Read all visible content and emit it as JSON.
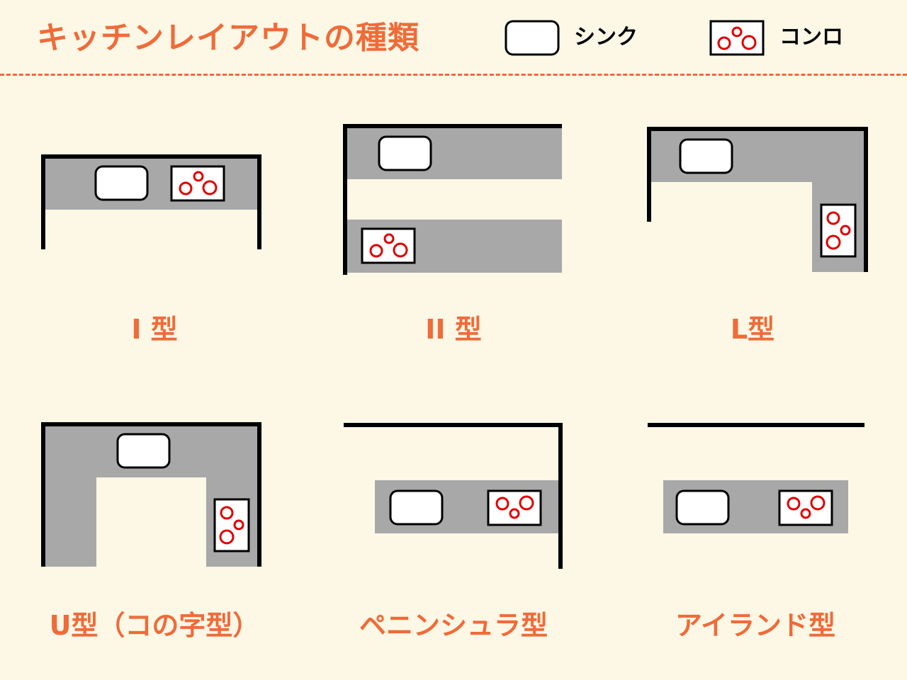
{
  "title": "キッチンレイアウトの種類",
  "legend": {
    "sink_label": "シンク",
    "stove_label": "コンロ"
  },
  "layouts": [
    {
      "label": "I 型"
    },
    {
      "label": "II 型"
    },
    {
      "label": "L型"
    },
    {
      "label": "U型（コの字型）"
    },
    {
      "label": "ペニンシュラ型"
    },
    {
      "label": "アイランド型"
    }
  ],
  "colors": {
    "background": "#fdf7e6",
    "accent": "#ef6b38",
    "counter": "#a8a8a8",
    "wall": "#000000",
    "burner": "#e00000",
    "white": "#ffffff"
  }
}
